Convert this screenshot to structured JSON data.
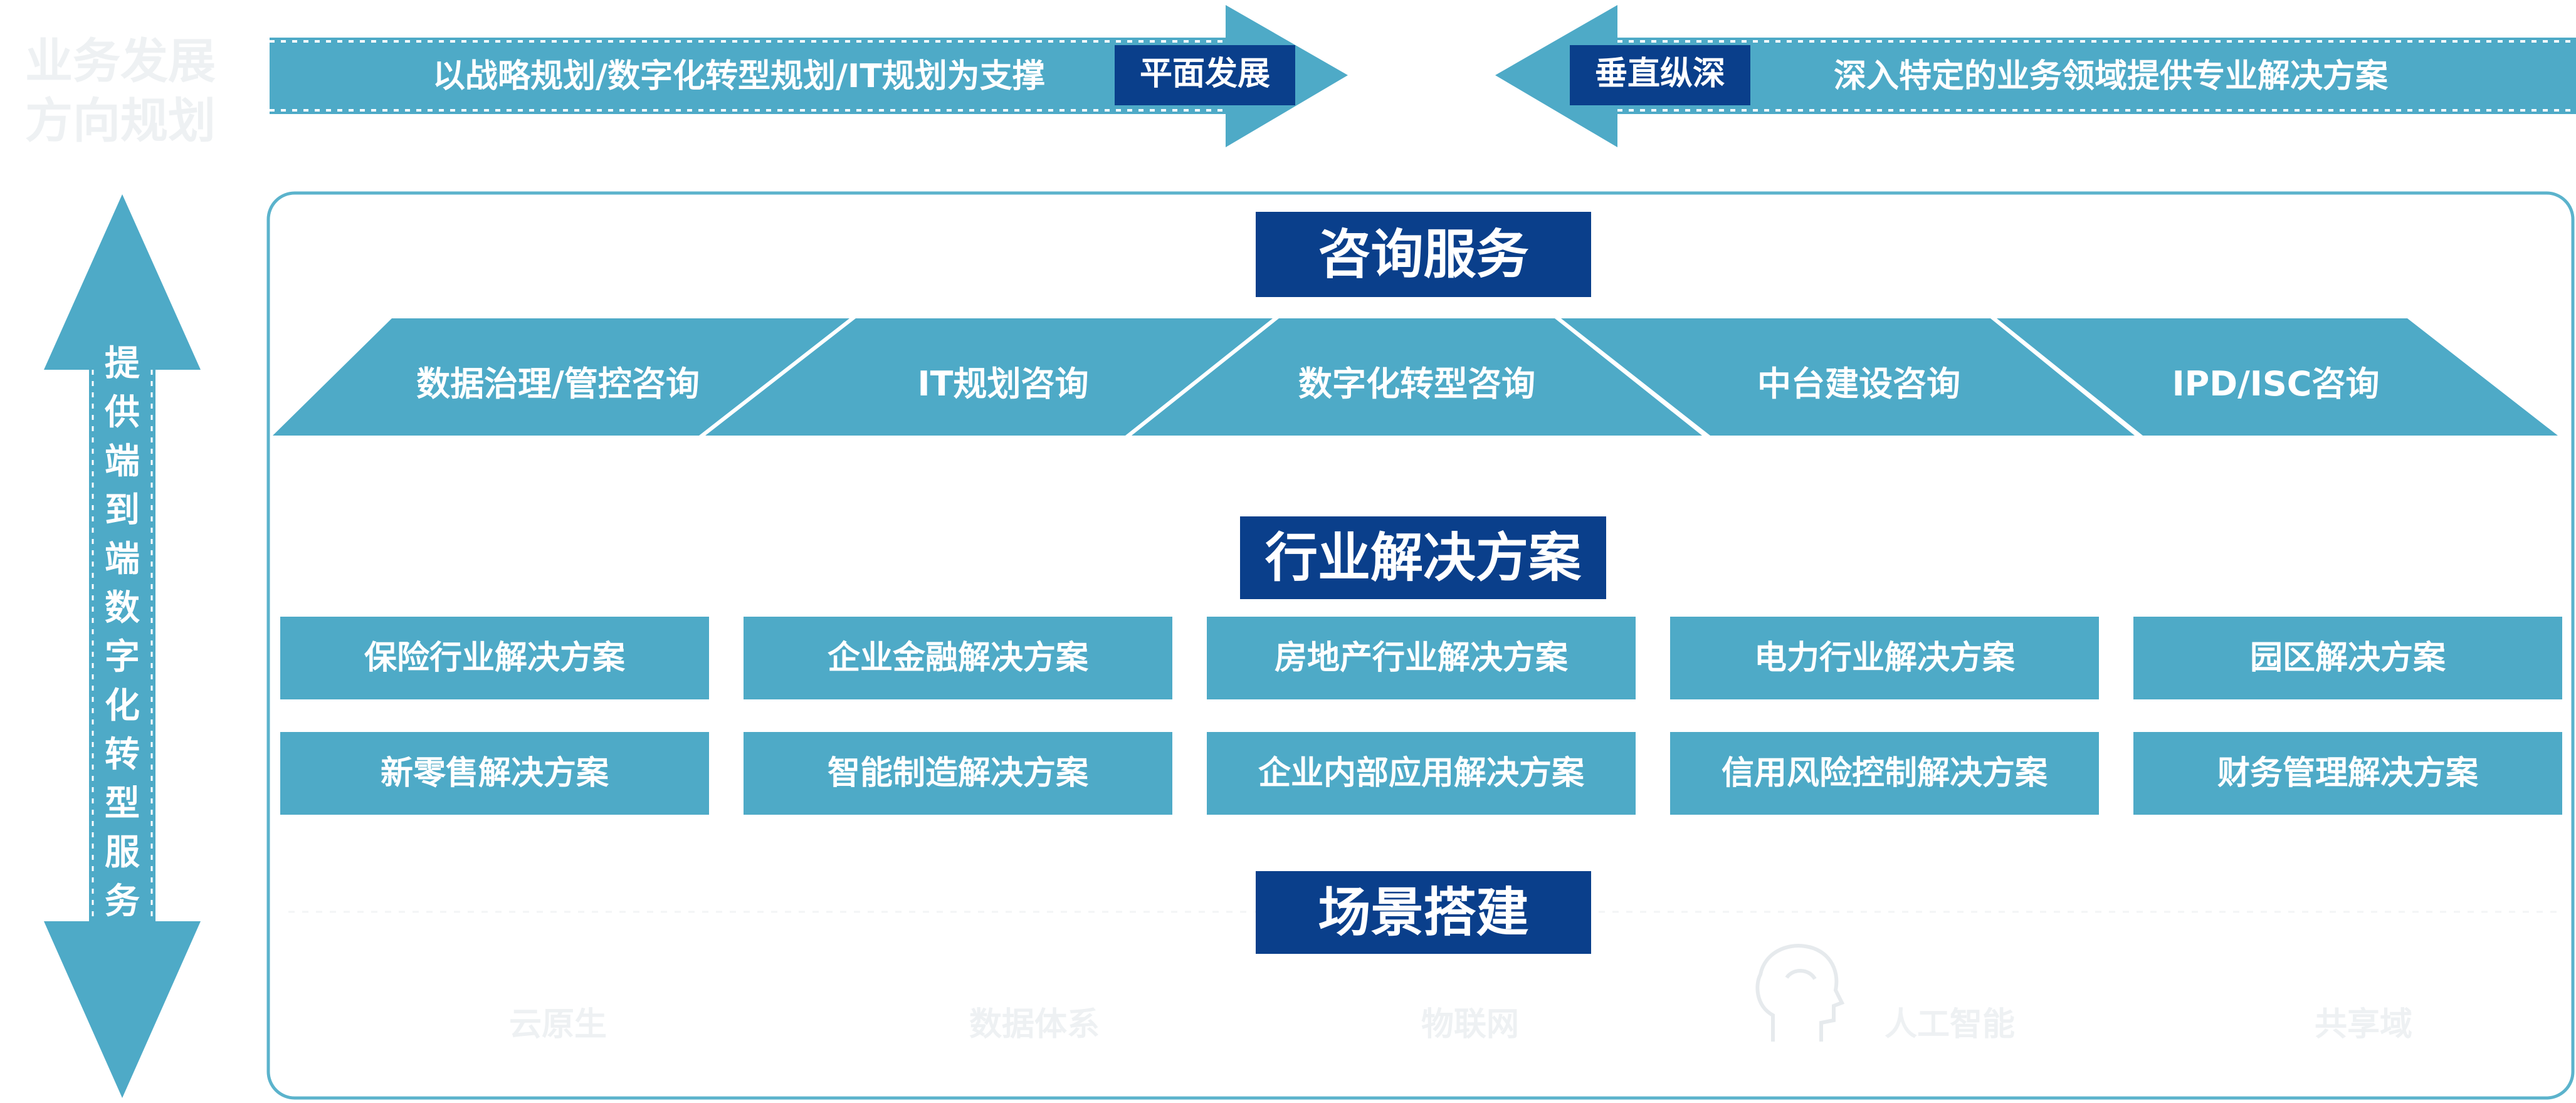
{
  "direction": {
    "title_line1": "业务发展",
    "title_line2": "方向规划",
    "horizontal": {
      "text": "以战略规划/数字化转型规划/IT规划为支撑",
      "tag": "平面发展"
    },
    "vertical": {
      "tag": "垂直纵深",
      "text": "深入特定的业务领域提供专业解决方案"
    }
  },
  "left_arrow_text": [
    "提",
    "供",
    "端",
    "到",
    "端",
    "数",
    "字",
    "化",
    "转",
    "型",
    "服",
    "务"
  ],
  "sections": {
    "consulting": {
      "title": "咨询服务",
      "items": [
        "数据治理/管控咨询",
        "IT规划咨询",
        "数字化转型咨询",
        "中台建设咨询",
        "IPD/ISC咨询"
      ]
    },
    "solutions": {
      "title": "行业解决方案",
      "row1": [
        "保险行业解决方案",
        "企业金融解决方案",
        "房地产行业解决方案",
        "电力行业解决方案",
        "园区解决方案"
      ],
      "row2": [
        "新零售解决方案",
        "智能制造解决方案",
        "企业内部应用解决方案",
        "信用风险控制解决方案",
        "财务管理解决方案"
      ]
    },
    "scenarios": {
      "title": "场景搭建",
      "items": [
        "云原生",
        "数据体系",
        "物联网",
        "人工智能",
        "共享域"
      ]
    }
  },
  "colors": {
    "teal": "#4eaac7",
    "navy": "#0a3f8b",
    "border": "#5bb3cc"
  }
}
